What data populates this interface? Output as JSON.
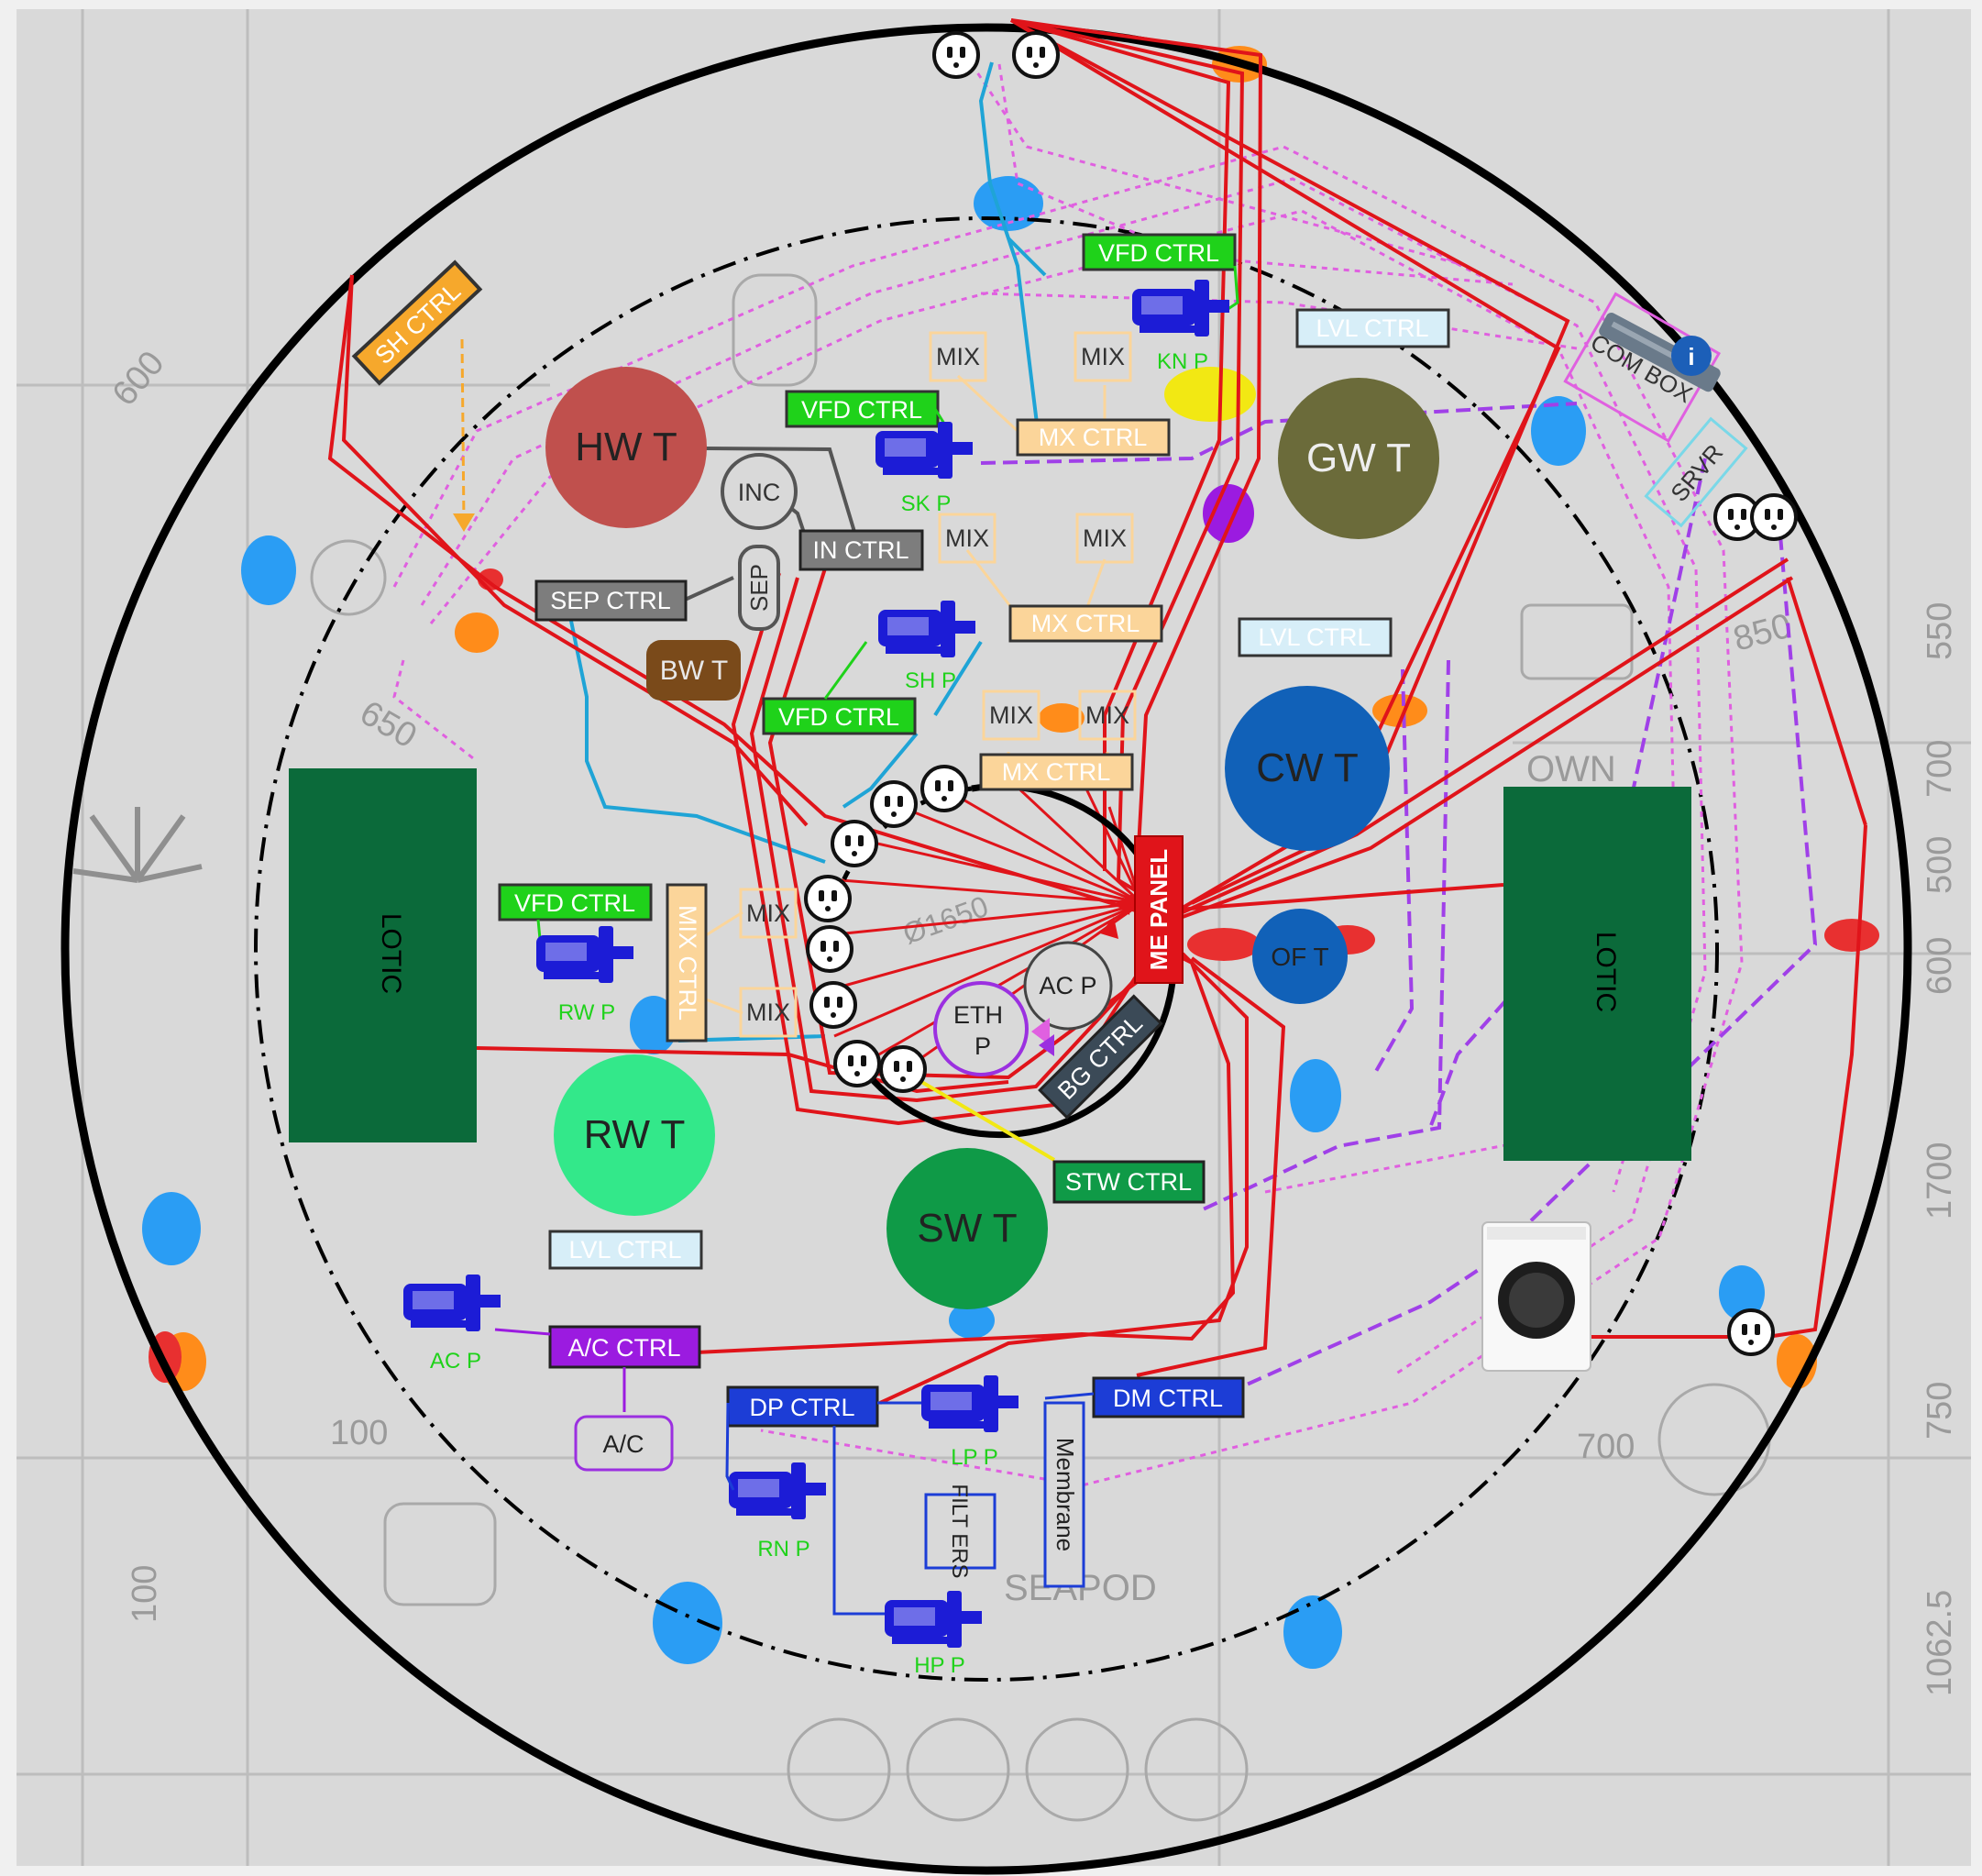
{
  "tanks": {
    "hwt": "HW T",
    "gwt": "GW T",
    "cwt": "CW T",
    "oft": "OF T",
    "rwt": "RW T",
    "swt": "SW T",
    "bwt": "BW T"
  },
  "controllers": {
    "sh_ctrl": "SH CTRL",
    "vfd_top": "VFD CTRL",
    "vfd_mid": "VFD CTRL",
    "vfd_low": "VFD CTRL",
    "vfd_rw": "VFD CTRL",
    "lvl_top": "LVL CTRL",
    "lvl_mid": "LVL CTRL",
    "lvl_rw": "LVL CTRL",
    "mix_ctrl_1": "MX CTRL",
    "mix_ctrl_2": "MX CTRL",
    "mix_ctrl_3": "MX CTRL",
    "mix_ctrl_vert": "MIX CTRL",
    "in_ctrl": "IN CTRL",
    "sep_ctrl": "SEP CTRL",
    "stw_ctrl": "STW CTRL",
    "ac_ctrl": "A/C CTRL",
    "dp_ctrl": "DP CTRL",
    "dm_ctrl": "DM CTRL",
    "bg_ctrl": "BG CTRL"
  },
  "components": {
    "mix": "MIX",
    "inc": "INC",
    "sep": "SEP",
    "eth_p_line1": "ETH",
    "eth_p_line2": "P",
    "ac_p_circle": "AC P",
    "me_panel": "ME PANEL",
    "ac_unit": "A/C",
    "membrane": "Membrane",
    "filters": "FILT ERS",
    "com_box": "COM BOX",
    "srvr": "SRVR",
    "lotic_left": "LOTIC",
    "lotic_right": "LOTIC"
  },
  "pumps": {
    "kn_p_top": "KN P",
    "sk_p": "SK P",
    "sh_p": "SH P",
    "rw_p": "RW P",
    "ac_p": "AC P",
    "lp_p": "LP P",
    "rn_p": "RN P",
    "hp_p": "HP P"
  },
  "background_labels": {
    "d600": "600",
    "d650": "650",
    "d100a": "100",
    "d100b": "100",
    "d700": "700",
    "d850": "850",
    "seapod": "SEAPOD",
    "own": "OWN",
    "phi1650": "Ø1650",
    "side": [
      "550",
      "700",
      "500",
      "600",
      "1700",
      "750",
      "1062.5"
    ]
  },
  "colors": {
    "red_wire": "#e0141a",
    "blue_pipe": "#1fa4d6",
    "magenta": "#e060e0",
    "purple": "#9b30e0",
    "ctrl_green": "#1fd21a",
    "ctrl_orange": "#fbd59a",
    "ctrl_lightblue": "#d7eef8",
    "ctrl_gray": "#7d7d7d",
    "lotic": "#0b6a3a"
  }
}
